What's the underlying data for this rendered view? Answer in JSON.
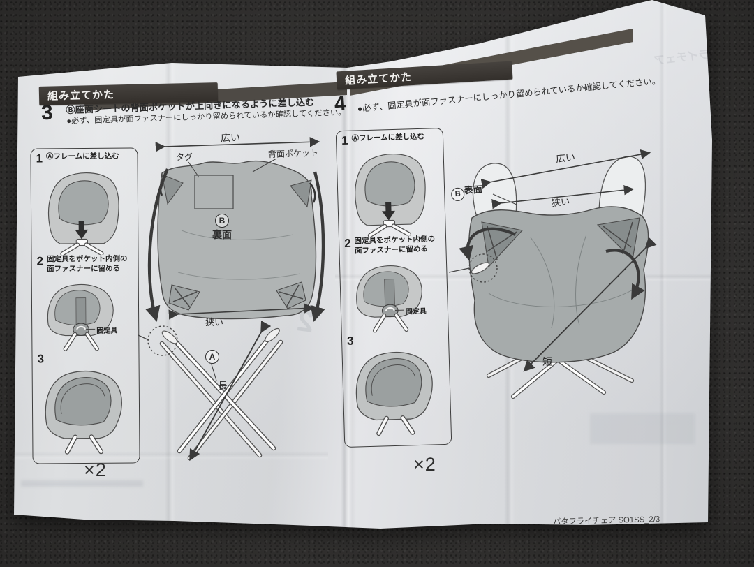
{
  "photo": {
    "footer_code": "バタフライチェア SO1SS_2/3"
  },
  "left_section": {
    "header": "組み立てかた",
    "step": {
      "number": "3",
      "line1": "Ⓑ座面シートの背面ポケットが上向きになるように差し込む",
      "line2": "●必ず、固定具が面ファスナーにしっかり留められているか確認してください。"
    },
    "panel": {
      "step1_num": "1",
      "step1_label": "Ⓐフレームに差し込む",
      "step2_num": "2",
      "step2_label": "固定具をポケット内側の面ファスナーに留める",
      "fixture_callout": "固定具",
      "step3_num": "3",
      "multiplier": "×2"
    },
    "diagram": {
      "wide": "広い",
      "tag": "タグ",
      "back_pocket": "背面ポケット",
      "face_letter": "B",
      "face_label": "裏面",
      "narrow": "狭い",
      "frame_letter": "A",
      "long": "長"
    }
  },
  "right_section": {
    "header": "組み立てかた",
    "step": {
      "number": "4",
      "line1": "●必ず、固定具が面ファスナーにしっかり留められているか確認してください。"
    },
    "panel": {
      "step1_num": "1",
      "step1_label": "Ⓐフレームに差し込む",
      "step2_num": "2",
      "step2_label": "固定具をポケット内側の面ファスナーに留める",
      "fixture_callout": "固定具",
      "step3_num": "3",
      "multiplier": "×2"
    },
    "diagram": {
      "wide": "広い",
      "face_letter": "B",
      "face_label": "表面",
      "narrow": "狭い",
      "short": "短"
    }
  },
  "show_through": {
    "top_right": "バタフライチェア",
    "digit": "2"
  }
}
